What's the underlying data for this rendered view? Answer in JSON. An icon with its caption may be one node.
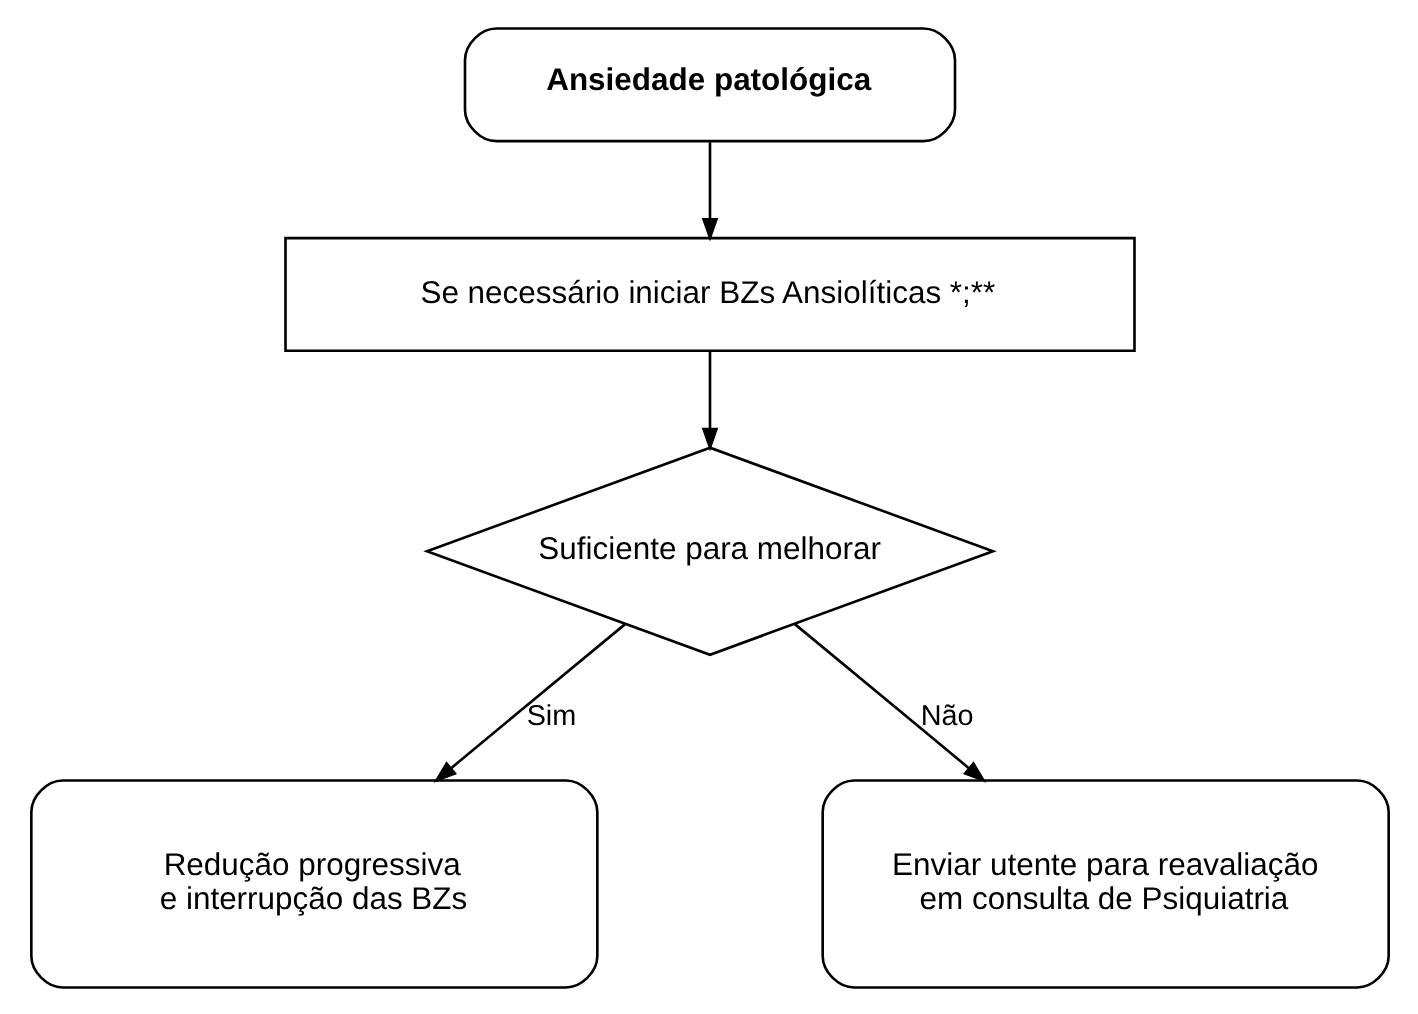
{
  "diagram": {
    "nodes": [
      {
        "text": [
          "Ansiedade patológica"
        ]
      },
      {
        "text": [
          "Se necessário iniciar BZs Ansiolíticas *;**"
        ]
      },
      {
        "text": [
          "Suficiente para melhorar"
        ]
      },
      {
        "text": [
          "Redução progressiva e interrupção das BZs"
        ]
      },
      {
        "text": [
          "Enviar utente para reavaliação em consulta de Psiquiatria"
        ]
      }
    ],
    "edges": [
      {
        "from": 0,
        "to": 1,
        "arrow": "to"
      },
      {
        "from": 1,
        "to": 2,
        "arrow": "to"
      },
      {
        "from": 2,
        "to": 3,
        "arrow": "to",
        "label": "Sim"
      },
      {
        "from": 2,
        "to": 4,
        "arrow": "to",
        "label": "Não"
      }
    ]
  }
}
